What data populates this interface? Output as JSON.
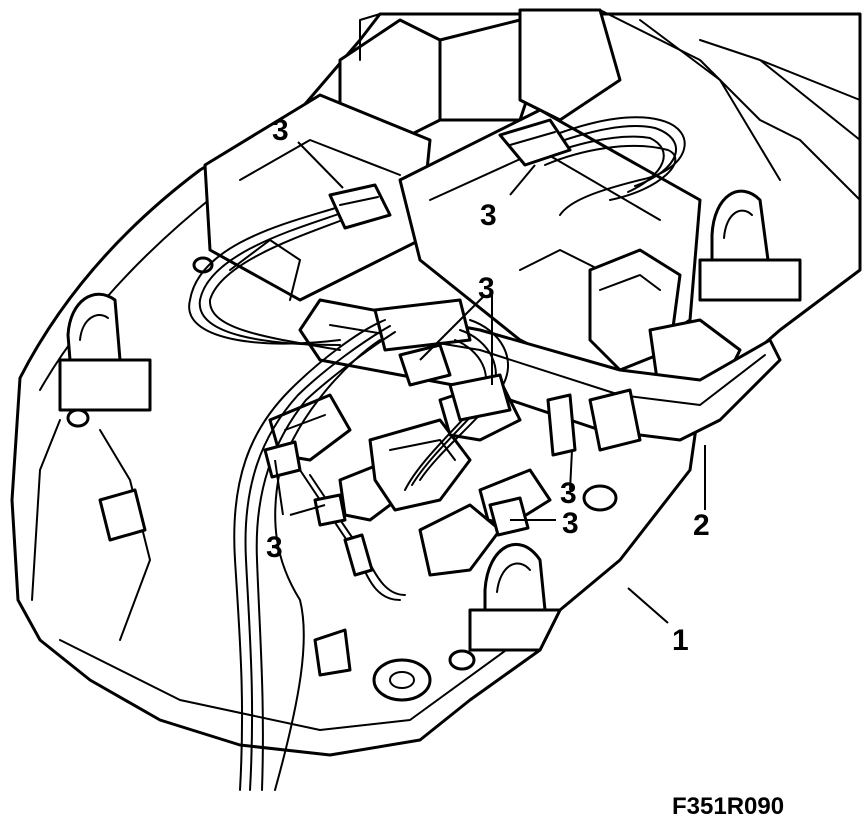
{
  "figure_id": "F351R090",
  "callouts": [
    {
      "label": "1",
      "target": "console-base"
    },
    {
      "label": "2",
      "target": "cross-member-bracket"
    },
    {
      "label": "3",
      "target": "connector-top-left"
    },
    {
      "label": "3",
      "target": "connector-top-center"
    },
    {
      "label": "3",
      "target": "connector-center-pair"
    },
    {
      "label": "3",
      "target": "connector-lower-left"
    },
    {
      "label": "3",
      "target": "connector-right-post"
    },
    {
      "label": "3",
      "target": "connector-lower-right"
    }
  ]
}
